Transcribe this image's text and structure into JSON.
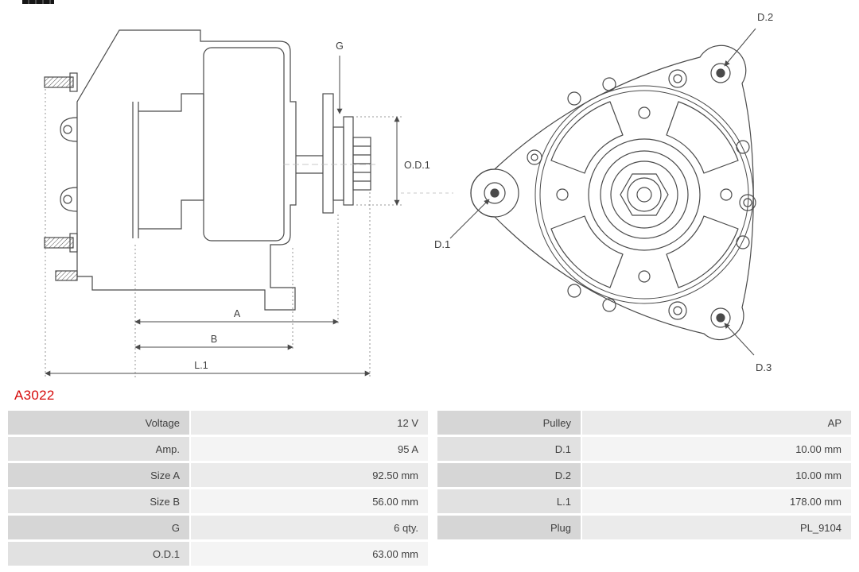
{
  "part_number": "A3022",
  "accent_color": "#d60b0b",
  "drawing": {
    "labels": {
      "g": "G",
      "od1": "O.D.1",
      "a": "A",
      "b": "B",
      "l1": "L.1",
      "d1": "D.1",
      "d2": "D.2",
      "d3": "D.3"
    }
  },
  "spec_table": {
    "rows": [
      {
        "left_label": "Voltage",
        "left_value": "12 V",
        "right_label": "Pulley",
        "right_value": "AP"
      },
      {
        "left_label": "Amp.",
        "left_value": "95 A",
        "right_label": "D.1",
        "right_value": "10.00 mm"
      },
      {
        "left_label": "Size A",
        "left_value": "92.50 mm",
        "right_label": "D.2",
        "right_value": "10.00 mm"
      },
      {
        "left_label": "Size B",
        "left_value": "56.00 mm",
        "right_label": "L.1",
        "right_value": "178.00 mm"
      },
      {
        "left_label": "G",
        "left_value": "6 qty.",
        "right_label": "Plug",
        "right_value": "PL_9104"
      },
      {
        "left_label": "O.D.1",
        "left_value": "63.00 mm",
        "right_label": "",
        "right_value": ""
      }
    ]
  }
}
